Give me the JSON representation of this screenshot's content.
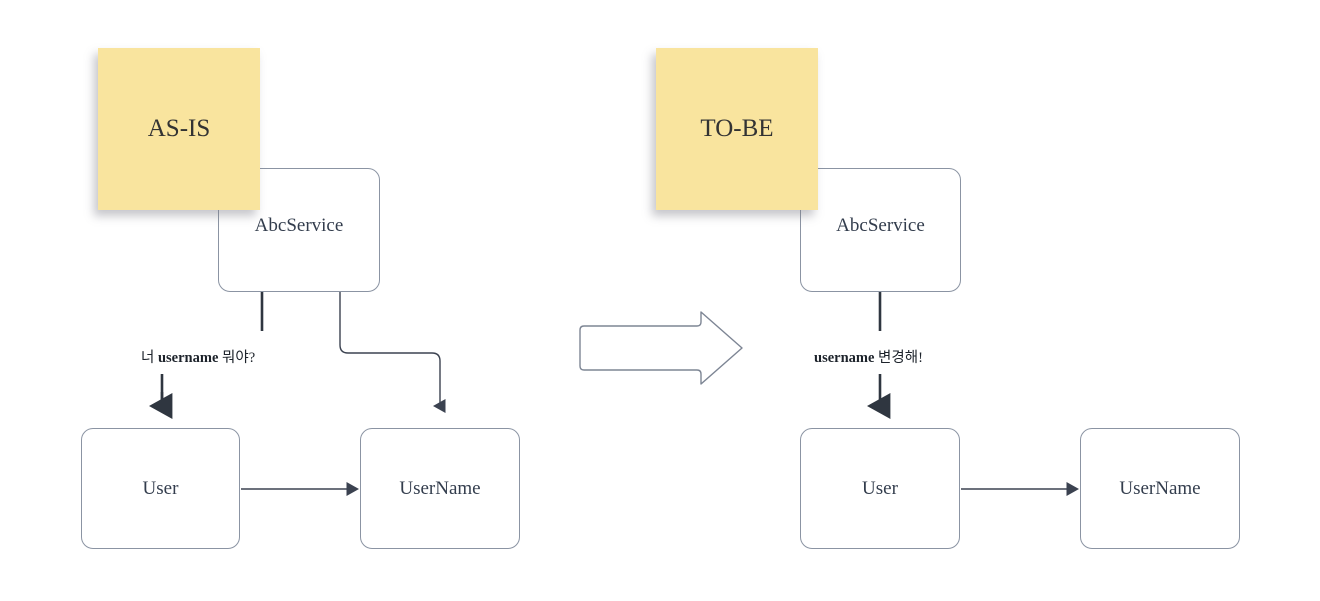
{
  "diagram": {
    "title_left": "AS-IS",
    "title_right": "TO-BE",
    "background": "#ffffff",
    "colors": {
      "sticky_fill": "#f9e49e",
      "node_stroke": "#8b94a3",
      "node_fill": "#ffffff",
      "text": "#333d4d",
      "dark_connector": "#2f3640",
      "light_connector": "#5b6472",
      "transform_arrow_stroke": "#7d8594"
    }
  },
  "as_is": {
    "sticky_label": "AS-IS",
    "nodes": {
      "service": "AbcService",
      "user": "User",
      "user_name": "UserName"
    },
    "edge_label": {
      "prefix": "너 ",
      "bold": "username",
      "suffix": " 뭐야?"
    }
  },
  "transform": {
    "arrow_name": "block-arrow-right"
  },
  "to_be": {
    "sticky_label": "TO-BE",
    "nodes": {
      "service": "AbcService",
      "user": "User",
      "user_name": "UserName"
    },
    "edge_label": {
      "prefix": "",
      "bold": "username",
      "suffix": " 변경해!"
    }
  }
}
